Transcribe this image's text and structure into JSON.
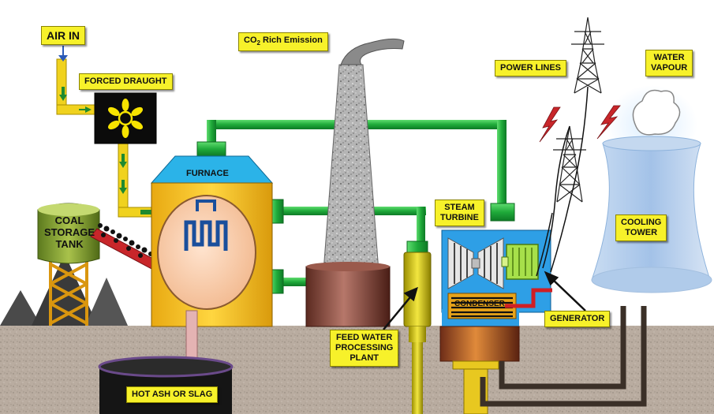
{
  "labels": {
    "air_in": "AIR IN",
    "forced_draught": "FORCED DRAUGHT",
    "co2_prefix": "CO",
    "co2_sub": "2",
    "co2_suffix": " Rich Emission",
    "power_lines": "POWER LINES",
    "water_vapour_line1": "WATER",
    "water_vapour_line2": "VAPOUR",
    "furnace": "FURNACE",
    "coal_line1": "COAL",
    "coal_line2": "STORAGE",
    "coal_line3": "TANK",
    "steam_line1": "STEAM",
    "steam_line2": "TURBINE",
    "cooling_line1": "COOLING",
    "cooling_line2": "TOWER",
    "condenser": "CONDENSER",
    "generator": "GENERATOR",
    "feed_line1": "FEED WATER",
    "feed_line2": "PROCESSING",
    "feed_line3": "PLANT",
    "hot_ash": "HOT ASH OR SLAG"
  },
  "colors": {
    "label_fill": "#f7f12a",
    "pipe_green": "#1faa3a",
    "pipe_yellow": "#f0d21e",
    "ground": "#b3a69a",
    "furnace_body": "#f4c21c",
    "furnace_roof": "#2bb3e8",
    "turbine_blue": "#2e9fe6",
    "tower_blue": "#a9c8ea",
    "chimney_base": "#7a3a2c"
  },
  "icons": [
    "fan-icon",
    "steam-coil-icon",
    "turbine-blades-icon",
    "generator-icon",
    "lightning-bolt-icon",
    "transmission-tower-icon"
  ]
}
